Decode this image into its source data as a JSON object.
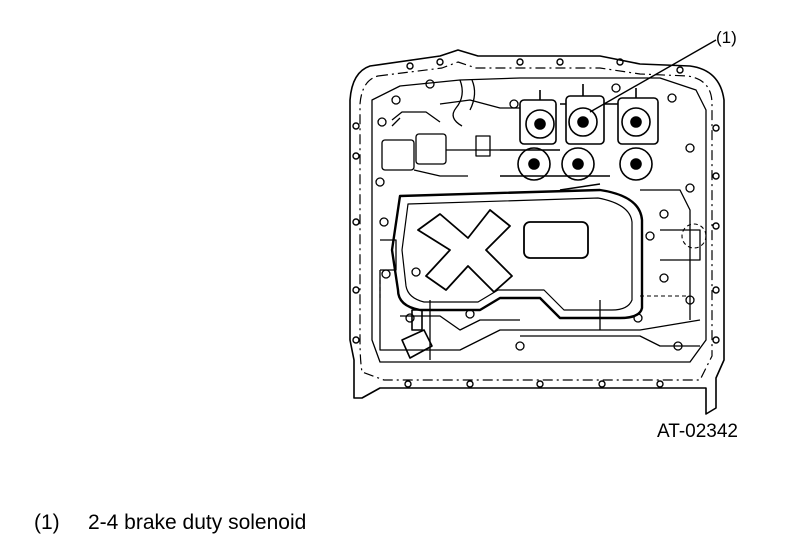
{
  "figure": {
    "callout": "(1)",
    "code": "AT-02342",
    "subject": "transmission control valve body"
  },
  "legend": {
    "items": [
      {
        "number": "(1)",
        "text": "2-4 brake duty solenoid"
      }
    ]
  }
}
